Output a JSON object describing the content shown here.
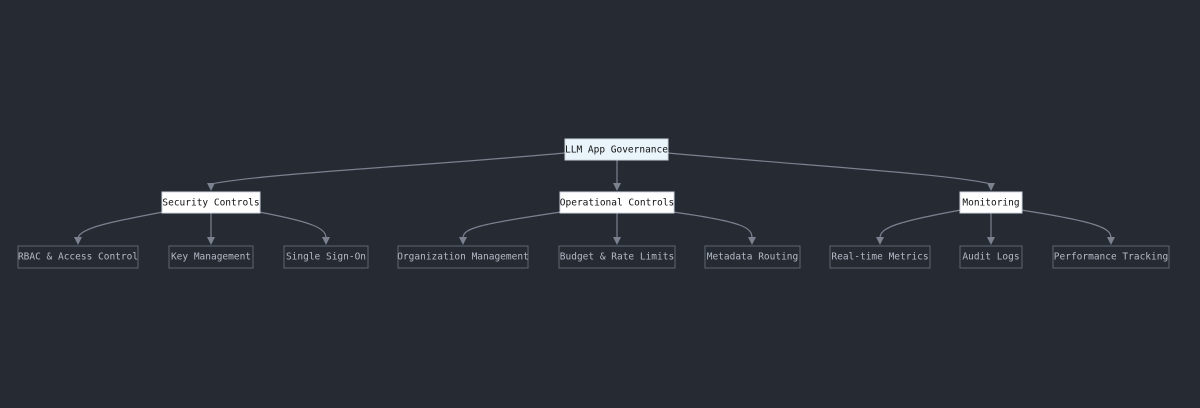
{
  "diagram": {
    "root": {
      "id": "root",
      "label": "LLM App Governance"
    },
    "groups": [
      {
        "id": "security",
        "label": "Security Controls",
        "children": [
          {
            "id": "rbac",
            "label": "RBAC & Access Control"
          },
          {
            "id": "keymgmt",
            "label": "Key Management"
          },
          {
            "id": "sso",
            "label": "Single Sign-On"
          }
        ]
      },
      {
        "id": "operational",
        "label": "Operational Controls",
        "children": [
          {
            "id": "orgmgmt",
            "label": "Organization Management"
          },
          {
            "id": "budget",
            "label": "Budget & Rate Limits"
          },
          {
            "id": "metadata",
            "label": "Metadata Routing"
          }
        ]
      },
      {
        "id": "monitoring",
        "label": "Monitoring",
        "children": [
          {
            "id": "realtime",
            "label": "Real-time Metrics"
          },
          {
            "id": "audit",
            "label": "Audit Logs"
          },
          {
            "id": "perf",
            "label": "Performance Tracking"
          }
        ]
      }
    ]
  },
  "colors": {
    "background": "#262a33",
    "edge": "#7c8190",
    "primary_node_fill": "#ffffff",
    "root_node_fill": "#eaf4fb",
    "leaf_node_stroke": "#5f6572",
    "leaf_text": "#b4bac6"
  }
}
